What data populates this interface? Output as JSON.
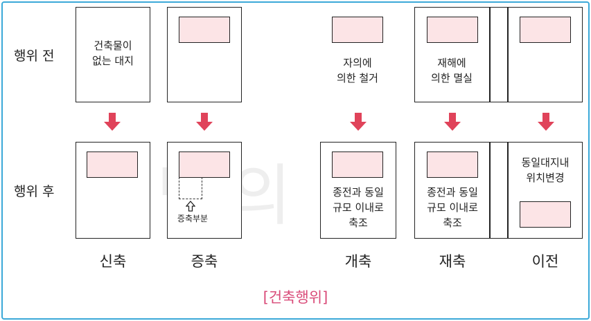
{
  "rows": {
    "before": "행위 전",
    "after": "행위 후"
  },
  "before_texts": {
    "no_building": "건축물이\n없는 대지",
    "demolished": "자의에\n의한 철거",
    "destroyed": "재해에\n의한 멸실"
  },
  "after_texts": {
    "rebuild": "종전과 동일\n규모 이내로\n축조",
    "reconstruct": "종전과 동일\n규모 이내로\n축조",
    "relocate": "동일대지내\n위치변경",
    "extension_part": "증축부분"
  },
  "columns": {
    "new": "신축",
    "extend": "증축",
    "rebuild": "개축",
    "reconstruct": "재축",
    "relocate": "이전"
  },
  "caption": "[건축행위]",
  "watermark": "소방의 모든것",
  "colors": {
    "arrow": "#e0435a",
    "building_fill": "#fce4e6",
    "border": "#3aa8d8",
    "caption": "#d94a78"
  }
}
